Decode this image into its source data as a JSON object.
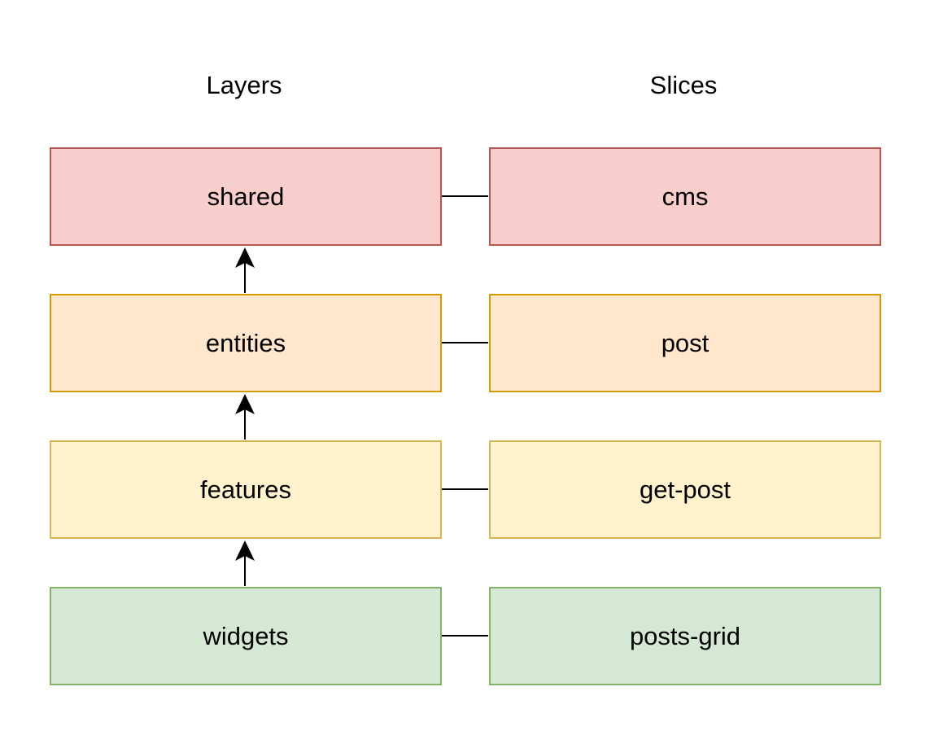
{
  "headings": {
    "layers": "Layers",
    "slices": "Slices"
  },
  "rows": [
    {
      "layer": "shared",
      "slice": "cms",
      "fill": "#f8cecc",
      "stroke": "#b85450"
    },
    {
      "layer": "entities",
      "slice": "post",
      "fill": "#ffe6cc",
      "stroke": "#d79b00"
    },
    {
      "layer": "features",
      "slice": "get-post",
      "fill": "#fff2cc",
      "stroke": "#d6b656"
    },
    {
      "layer": "widgets",
      "slice": "posts-grid",
      "fill": "#d5e8d4",
      "stroke": "#82b366"
    }
  ]
}
